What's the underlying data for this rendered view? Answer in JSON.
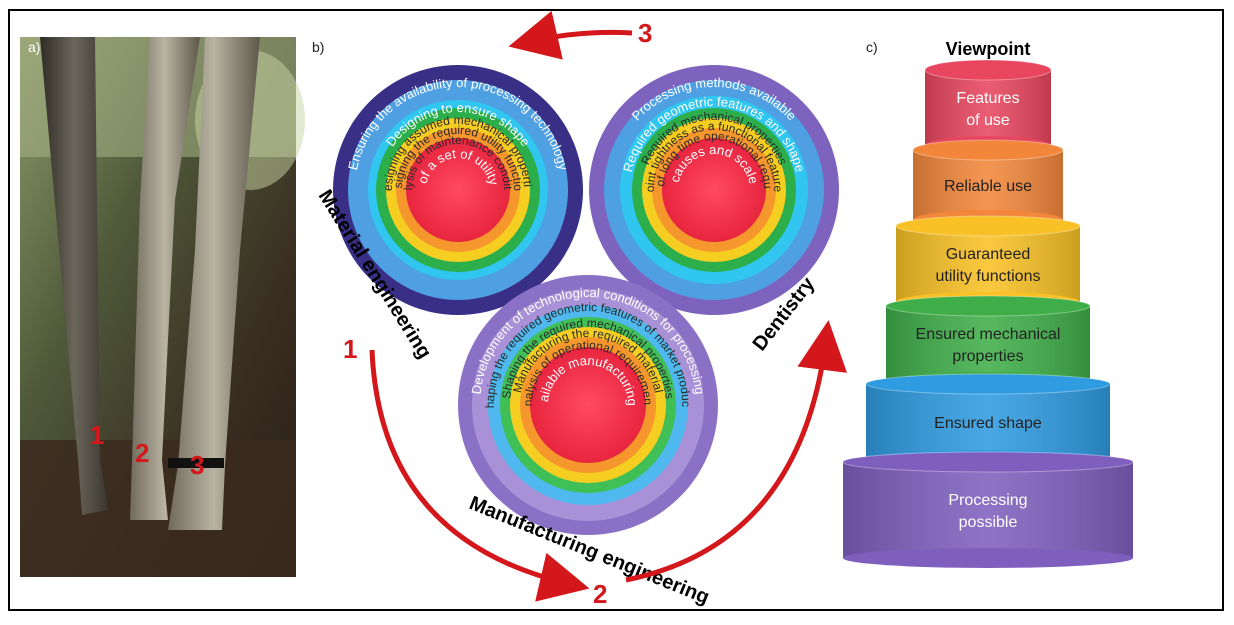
{
  "panels": {
    "a": "a)",
    "b": "b)",
    "c": "c)"
  },
  "photo": {
    "markers": [
      "1",
      "2",
      "3"
    ]
  },
  "venn": {
    "material": {
      "field": "Material engineering",
      "rings": [
        "Ensuring the availability of processing technology",
        "Designing to ensure shape",
        "Designing assumed mechanical properties",
        "Designing the required utility functions",
        "Analysis of maintenance conditions",
        "Analysis of a set of utility features"
      ]
    },
    "dentistry": {
      "field": "Dentistry",
      "rings": [
        "Processing methods available",
        "Required geometric features and shape",
        "Required mechanical properties",
        "Joint tightness as a functional features",
        "Analysis of long time operational requirements",
        "Analysis of the causes and scale of applications"
      ]
    },
    "manufacturing": {
      "field": "Manufacturing engineering",
      "rings": [
        "Development of technological conditions for processing",
        "Shaping the required geometric features of market products",
        "Shaping the required mechanical properties",
        "Manufacturing the required material",
        "Analysis of operational requirements",
        "Analysis of available manufacturing technologies"
      ]
    },
    "arrows": {
      "top": "3",
      "left": "1",
      "bottom": "2"
    }
  },
  "pyramid": {
    "title": "Viewpoint",
    "tiers": [
      {
        "label": "Features of use",
        "color": "#e8465e"
      },
      {
        "label": "Reliable use",
        "color": "#f2873b"
      },
      {
        "label": "Guaranteed utility functions",
        "color": "#f9c125"
      },
      {
        "label": "Ensured mechanical properties",
        "color": "#3fae49"
      },
      {
        "label": "Ensured shape",
        "color": "#2f9be0"
      },
      {
        "label": "Processing possible",
        "color": "#7f5fbe"
      }
    ]
  }
}
